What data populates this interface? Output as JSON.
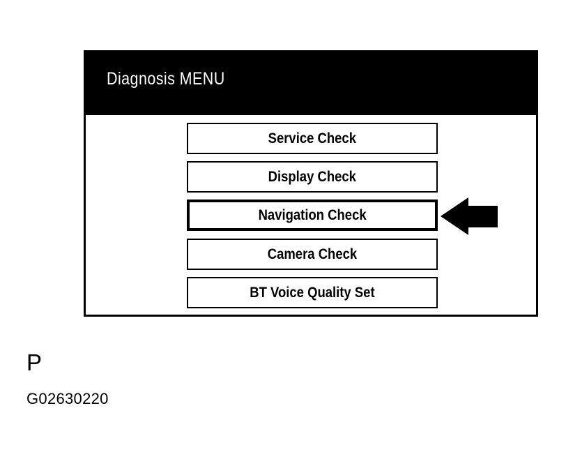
{
  "screen": {
    "header": {
      "title": "Diagnosis MENU",
      "background_color": "#000000",
      "text_color": "#FFFFFF"
    },
    "body_background_color": "#FFFFFF",
    "border_color": "#000000",
    "menu_items": [
      {
        "label": "Service Check",
        "selected": false
      },
      {
        "label": "Display Check",
        "selected": false
      },
      {
        "label": "Navigation Check",
        "selected": true
      },
      {
        "label": "Camera Check",
        "selected": false
      },
      {
        "label": "BT Voice Quality Set",
        "selected": false
      }
    ]
  },
  "annotation": {
    "arrow": {
      "icon": "arrow-left-icon",
      "direction": "left",
      "color": "#000000",
      "points_at": "Navigation Check"
    }
  },
  "caption": {
    "letter": "P",
    "figure_code": "G02630220"
  }
}
